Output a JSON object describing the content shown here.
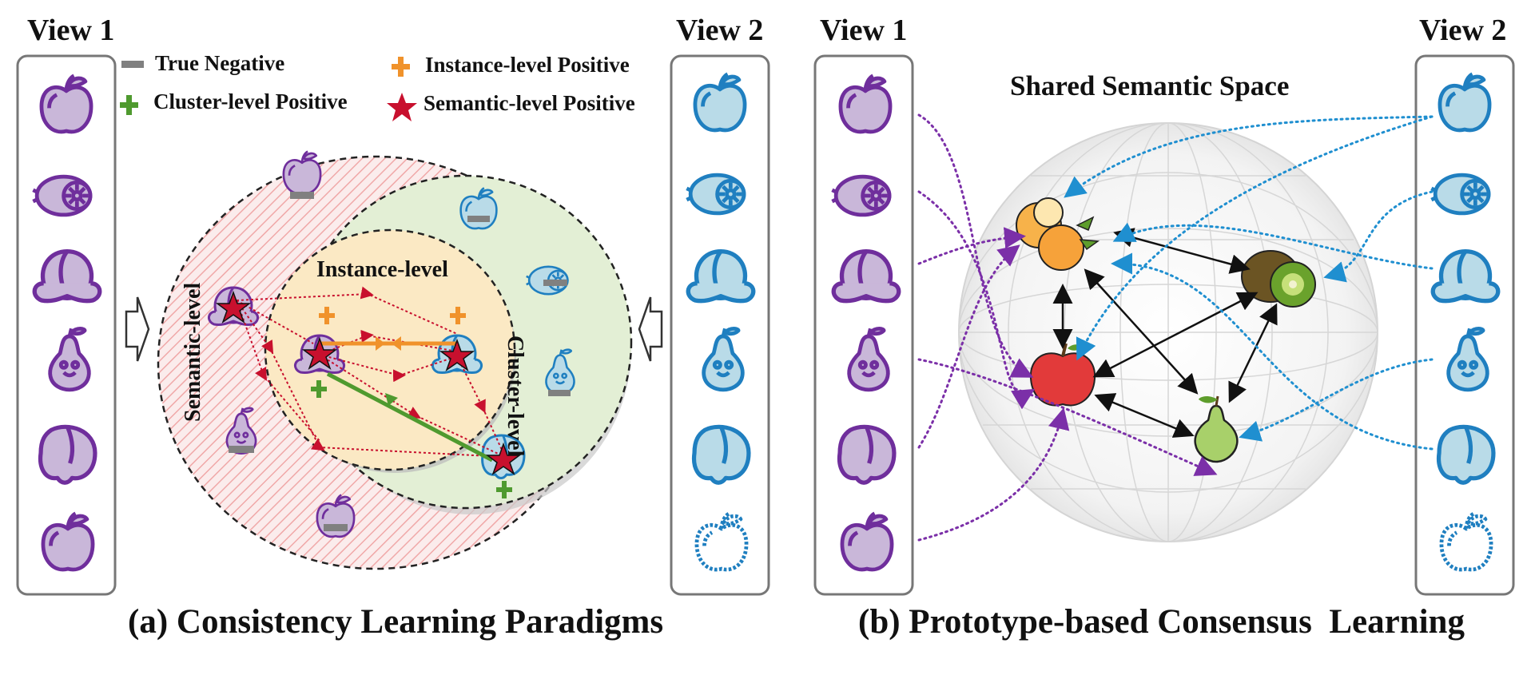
{
  "panel_a": {
    "view1_title": "View 1",
    "view2_title": "View 2",
    "legend": {
      "true_negative": "True Negative",
      "instance_positive": "Instance-level Positive",
      "cluster_positive": "Cluster-level Positive",
      "semantic_positive": "Semantic-level Positive"
    },
    "regions": {
      "instance": "Instance-level",
      "cluster": "Cluster-level",
      "semantic": "Semantic-level"
    },
    "caption": "(a) Consistency Learning Paradigms"
  },
  "panel_b": {
    "view1_title": "View 1",
    "view2_title": "View 2",
    "space_title": "Shared Semantic Space",
    "caption": "(b) Prototype-based Consensus  Learning"
  },
  "colors": {
    "view1_fill": "#c9b7d9",
    "view1_stroke": "#6f2e9c",
    "view2_fill": "#b9dbe8",
    "view2_stroke": "#1f7fc0",
    "true_negative": "#808080",
    "instance_positive": "#f0922b",
    "cluster_positive": "#4f9a2f",
    "semantic_positive": "#c8102e",
    "cluster_region": "#e3efd5",
    "instance_region": "#fbe9c4",
    "semantic_hatch": "#f2b7b7"
  },
  "icons": [
    "apple-icon",
    "kiwi-icon",
    "peach-icon",
    "pear-icon",
    "peach-icon",
    "apple-outline-icon"
  ]
}
